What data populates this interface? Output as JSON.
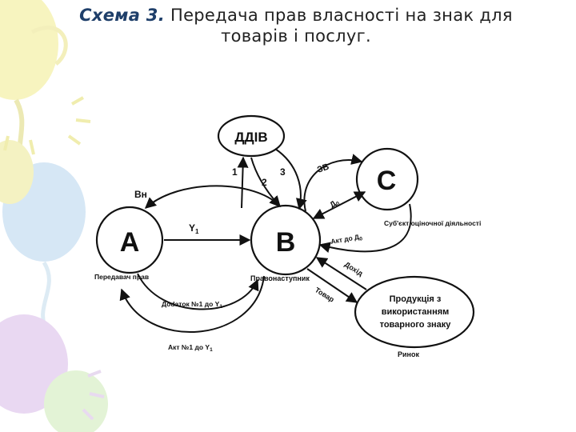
{
  "title": {
    "lead": "Схема 3.",
    "line1": "Передача прав власності на знак для",
    "line2": "товарів і послуг."
  },
  "nodes": {
    "ddiv": "ДДІВ",
    "a": "А",
    "b": "В",
    "c": "С",
    "product": [
      "Продукція з",
      "використанням",
      "товарного знаку"
    ]
  },
  "labels": {
    "vn": "Вн",
    "y1": "Y",
    "y1_sub": "1",
    "n1": "1",
    "n2": "2",
    "n3": "3",
    "zv": "ЗВ",
    "d0": "Д",
    "d0_sub": "0",
    "evaluator": "Суб'єкт оціночної діяльності",
    "act_d0": "Акт до Д",
    "act_d0_sub": "0",
    "income": "Дохід",
    "goods": "Товар",
    "transferor": "Передавач прав",
    "successor": "Правонаступник",
    "addendum": "Доdаток №1 до Y",
    "addendum_sub": "1",
    "act1": "Акт №1 до Y",
    "act1_sub": "1",
    "market": "Ринок"
  },
  "colors": {
    "ink": "#111111",
    "title_lead": "#1f3f6a",
    "balloon_yellow": "#f6f3b4",
    "balloon_blue": "#cfe3f4",
    "balloon_purple": "#e6d2f0",
    "balloon_green": "#dff2cf"
  }
}
